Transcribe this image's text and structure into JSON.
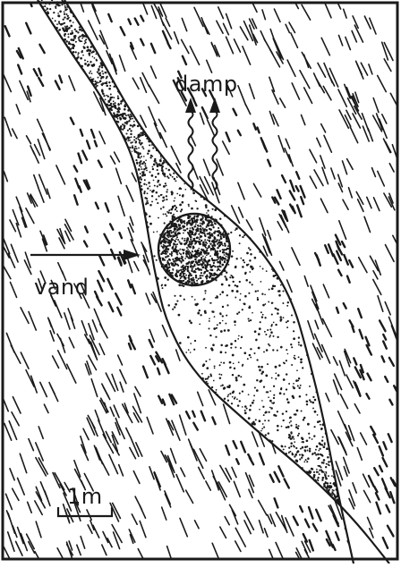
{
  "figure": {
    "labels": {
      "steam": "damp",
      "water": "vand",
      "scale": "1m"
    },
    "colors": {
      "ink": "#1a1a1a",
      "paper": "#ffffff"
    },
    "icons": {
      "steam_arrows": "wavy-up-arrow-icon",
      "water_arrow": "right-arrow-icon"
    }
  }
}
